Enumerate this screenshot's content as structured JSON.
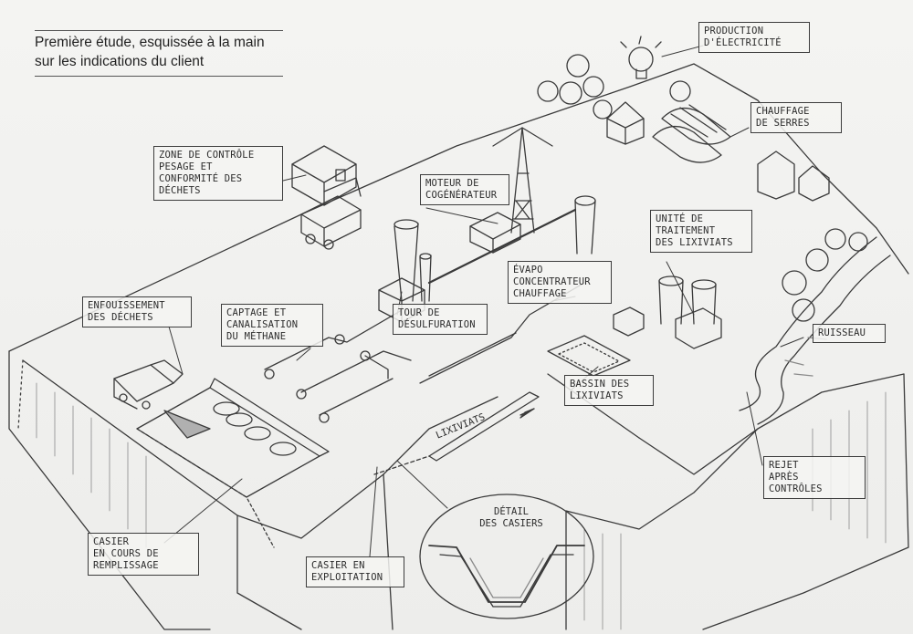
{
  "caption": {
    "line1": "Première étude, esquissée à la main",
    "line2": "sur les indications du client"
  },
  "labels": {
    "electricite": [
      "Production",
      "d'électricité"
    ],
    "serres": [
      "Chauffage",
      "de serres"
    ],
    "zone_controle": [
      "Zone de contrôle",
      "pesage et",
      "conformité des",
      "déchets"
    ],
    "moteur": [
      "Moteur de",
      "cogénérateur"
    ],
    "lixiviats_unite": [
      "Unité de",
      "traitement",
      "des lixiviats"
    ],
    "evapo": [
      "Évapo",
      "concentrateur",
      "chauffage"
    ],
    "enfouissement": [
      "Enfouissement",
      "des déchets"
    ],
    "captage": [
      "Captage et",
      "canalisation",
      "du méthane"
    ],
    "desulfuration": [
      "Tour de",
      "désulfuration"
    ],
    "ruisseau": [
      "Ruisseau"
    ],
    "bassin": [
      "Bassin des",
      "lixiviats"
    ],
    "rejet": [
      "Rejet",
      "après",
      "contrôles"
    ],
    "casier_remplissage": [
      "Casier",
      "en cours de",
      "remplissage"
    ],
    "casier_exploitation": [
      "Casier en",
      "exploitation"
    ],
    "detail": [
      "Détail",
      "des casiers"
    ],
    "lixiviats_pipe": "Lixiviats"
  },
  "colors": {
    "paper": "#f1f1ef",
    "pencil": "#3a3a3a"
  }
}
